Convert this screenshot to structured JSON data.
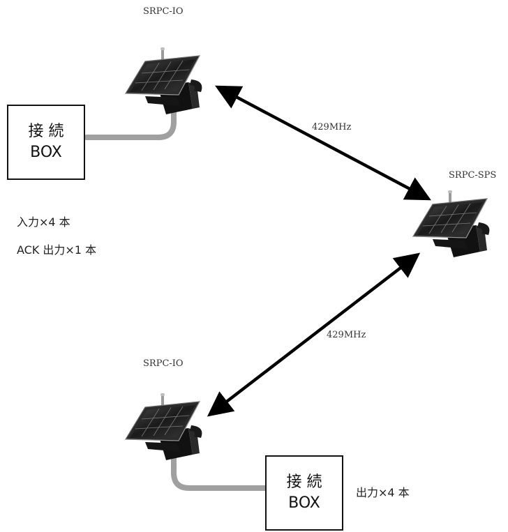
{
  "devices": {
    "top": "SRPC-IO",
    "right": "SRPC-SPS",
    "bottom": "SRPC-IO"
  },
  "links": {
    "upper": "429MHz",
    "lower": "429MHz"
  },
  "boxes": {
    "top": {
      "line1": "接 続",
      "line2": "BOX"
    },
    "bottom": {
      "line1": "接 続",
      "line2": "BOX"
    }
  },
  "notes": {
    "top_input": "入力×4 本",
    "top_ack": "ACK 出力×1 本",
    "bottom_output": "出力×4 本"
  },
  "colors": {
    "arrow": "#000000",
    "cable": "#a0a0a0",
    "panel": "#1e1e1e"
  }
}
